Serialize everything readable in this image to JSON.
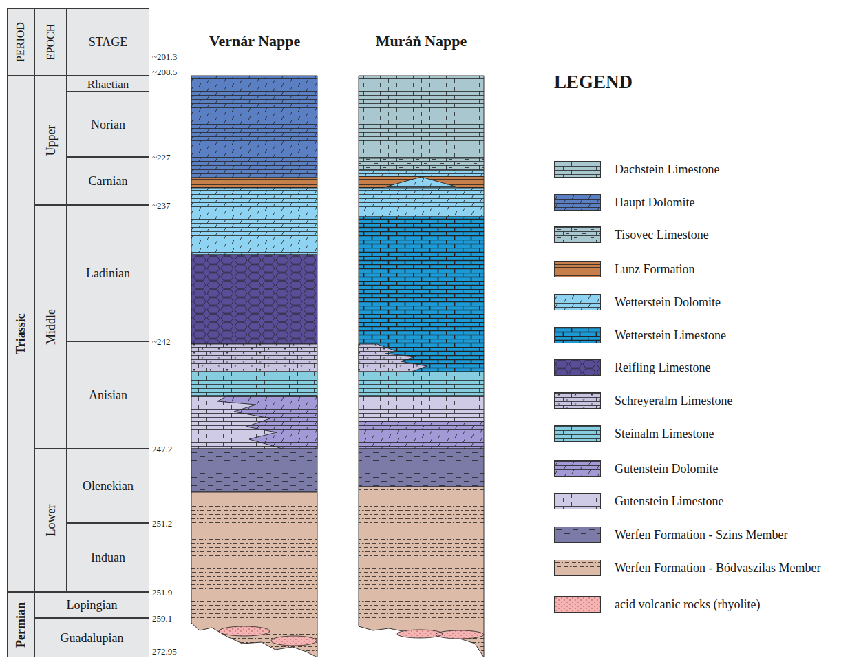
{
  "diagram": {
    "nodes": [
      {
        "text": [
          "PERIOD"
        ]
      },
      {
        "text": [
          "EPOCH"
        ]
      },
      {
        "text": [
          "STAGE"
        ]
      },
      {
        "text": [
          "Triassic"
        ]
      },
      {
        "text": [
          "Upper"
        ]
      },
      {
        "text": [
          "Rhaetian"
        ]
      },
      {
        "text": [
          "Norian"
        ]
      },
      {
        "text": [
          "Carnian"
        ]
      },
      {
        "text": [
          "Middle"
        ]
      },
      {
        "text": [
          "Ladinian"
        ]
      },
      {
        "text": [
          "Anisian"
        ]
      },
      {
        "text": [
          "Lower"
        ]
      },
      {
        "text": [
          "Olenekian"
        ]
      },
      {
        "text": [
          "Induan"
        ]
      },
      {
        "text": [
          "Permian"
        ]
      },
      {
        "text": [
          "Lopingian"
        ]
      },
      {
        "text": [
          "Guadalupian"
        ]
      }
    ],
    "labels": [
      "~201.3",
      "~208.5",
      "~227",
      "~237",
      "~242",
      "247.2",
      "251.2",
      "251.9",
      "259.1",
      "272.95",
      "Vernár Nappe",
      "Muráň Nappe",
      "LEGEND"
    ],
    "legend": [
      {
        "text": "Dachstein Limestone",
        "color": "#a9c7cf"
      },
      {
        "text": "Haupt Dolomite",
        "color": "#5b7fc3"
      },
      {
        "text": "Tisovec Limestone",
        "color": "#a9c7cf"
      },
      {
        "text": "Lunz Formation",
        "color": "#c77f4b"
      },
      {
        "text": "Wetterstein Dolomite",
        "color": "#8fd3f2"
      },
      {
        "text": "Wetterstein Limestone",
        "color": "#1b9ad6"
      },
      {
        "text": "Reifling Limestone",
        "color": "#5a4d98"
      },
      {
        "text": "Schreyeralm Limestone",
        "color": "#c8c3e0"
      },
      {
        "text": "Steinalm Limestone",
        "color": "#86cde0"
      },
      {
        "text": "Gutenstein Dolomite",
        "color": "#a29ad6"
      },
      {
        "text": "Gutenstein Limestone",
        "color": "#cfcae6"
      },
      {
        "text": "Werfen Formation - Szins Member",
        "color": "#7c7aa6"
      },
      {
        "text": "Werfen Formation - Bódvaszilas Member",
        "color": "#dcbba9"
      },
      {
        "text": "acid volcanic rocks (rhyolite)",
        "color": "#f5b4b4"
      }
    ]
  }
}
